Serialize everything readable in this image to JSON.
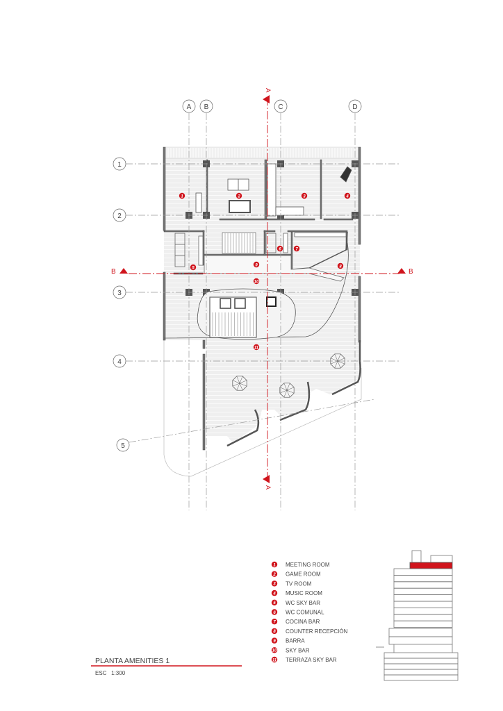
{
  "title": "PLANTA AMENITIES 1",
  "scale": "ESC   1:300",
  "grid": {
    "columns": [
      "A",
      "B",
      "C",
      "D"
    ],
    "rows": [
      "1",
      "2",
      "3",
      "4",
      "5"
    ]
  },
  "sections": {
    "a": "A",
    "b": "B"
  },
  "rooms": [
    {
      "n": "1",
      "name": "MEETING ROOM"
    },
    {
      "n": "2",
      "name": "GAME ROOM"
    },
    {
      "n": "3",
      "name": "TV ROOM"
    },
    {
      "n": "4",
      "name": "MUSIC ROOM"
    },
    {
      "n": "5",
      "name": "WC SKY BAR"
    },
    {
      "n": "6",
      "name": "WC COMUNAL"
    },
    {
      "n": "7",
      "name": "COCINA BAR"
    },
    {
      "n": "8",
      "name": "COUNTER RECEPCIÓN"
    },
    {
      "n": "9",
      "name": "BARRA"
    },
    {
      "n": "10",
      "name": "SKY BAR"
    },
    {
      "n": "11",
      "name": "TERRAZA SKY BAR"
    }
  ],
  "colors": {
    "accent": "#d0141c",
    "wall": "#555555",
    "floor": "#ececec"
  }
}
